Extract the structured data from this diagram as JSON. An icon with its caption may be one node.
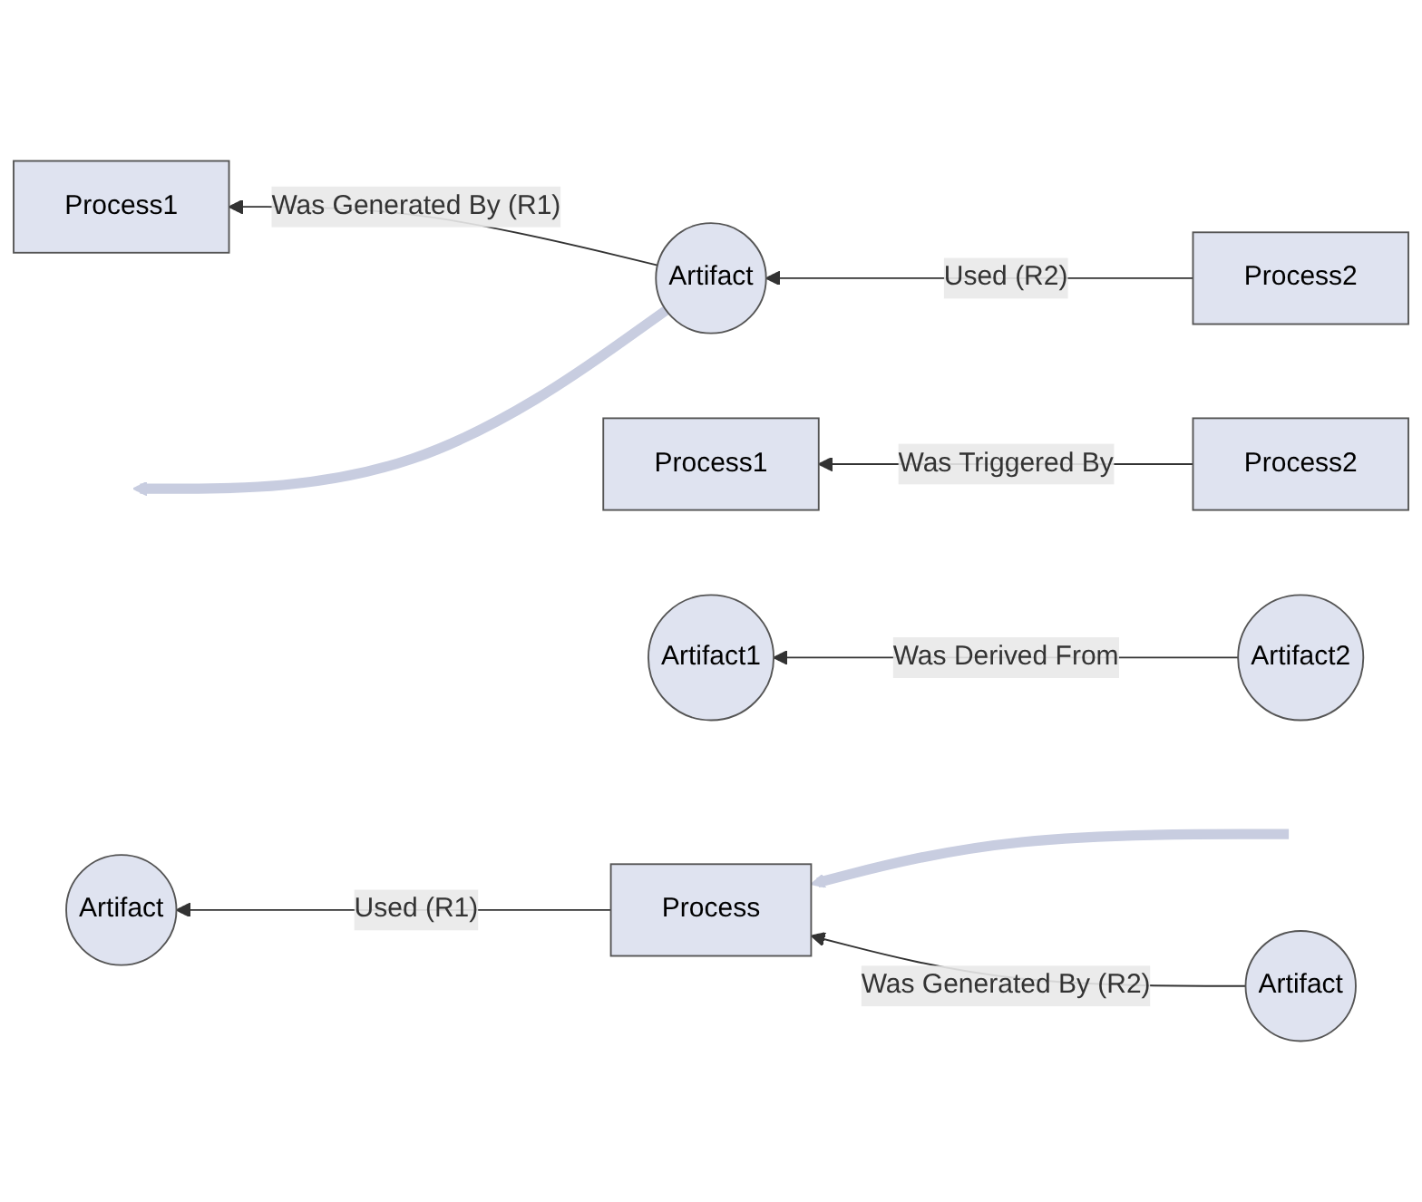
{
  "diagram": {
    "nodes": [
      {
        "text": [
          "Process1"
        ]
      },
      {
        "text": [
          "Artifact"
        ]
      },
      {
        "text": [
          "Process2"
        ]
      },
      {
        "text": [
          "Process1"
        ]
      },
      {
        "text": [
          "Process2"
        ]
      },
      {
        "text": [
          "Artifact1"
        ]
      },
      {
        "text": [
          "Artifact2"
        ]
      },
      {
        "text": [
          "Artifact"
        ]
      },
      {
        "text": [
          "Process"
        ]
      },
      {
        "text": [
          "Artifact"
        ]
      }
    ],
    "edges": [
      {
        "from": 1,
        "to": 0,
        "arrow": "to",
        "label": "Was Generated By (R1)"
      },
      {
        "from": 2,
        "to": 1,
        "arrow": "to",
        "label": "Used (R2)"
      },
      {
        "from": 1,
        "to": null,
        "arrow": "to",
        "style": "thick",
        "color": "#c8cde0"
      },
      {
        "from": 4,
        "to": 3,
        "arrow": "to",
        "label": "Was Triggered By"
      },
      {
        "from": 6,
        "to": 5,
        "arrow": "to",
        "label": "Was Derived From"
      },
      {
        "from": null,
        "to": 8,
        "arrow": "to",
        "style": "thick",
        "color": "#c8cde0"
      },
      {
        "from": 8,
        "to": 7,
        "arrow": "to",
        "label": "Used (R1)"
      },
      {
        "from": 9,
        "to": 8,
        "arrow": "to",
        "label": "Was Generated By (R2)"
      }
    ]
  }
}
